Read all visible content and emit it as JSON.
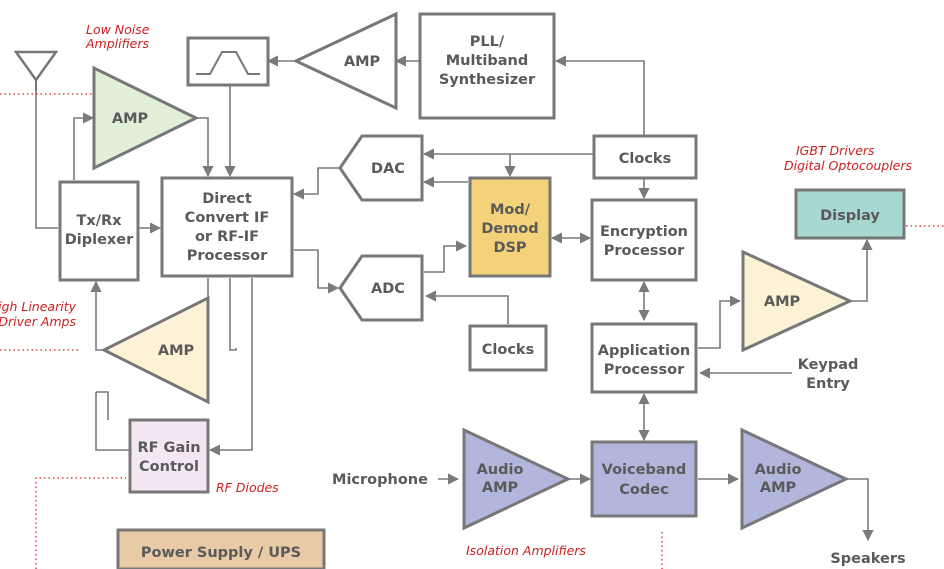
{
  "colors": {
    "box_border": "#777777",
    "box_fill": "#ffffff",
    "text": "#5a5a5a",
    "wire": "#7a7a7a",
    "annotation": "#cc1f1f",
    "lna_fill": "#e1efd7",
    "driver_fill": "#fdf2d6",
    "dsp_fill": "#f3d27a",
    "rf_gain_fill": "#f2e7f2",
    "power_fill": "#e9caa6",
    "display_fill": "#a8d8d2",
    "audio_fill": "#b2b5dc"
  },
  "icons": [
    "antenna-icon",
    "bandpass-filter-icon"
  ],
  "blocks": {
    "lna_amp": "AMP",
    "tx_amp": "AMP",
    "driver_amp": "AMP",
    "display_amp": "AMP",
    "pll": [
      "PLL/",
      "Multiband",
      "Synthesizer"
    ],
    "txrx_diplexer": [
      "Tx/Rx",
      "Diplexer"
    ],
    "direct_convert": [
      "Direct",
      "Convert IF",
      "or RF-IF",
      "Processor"
    ],
    "dac": "DAC",
    "adc": "ADC",
    "mod_demod": [
      "Mod/",
      "Demod",
      "DSP"
    ],
    "clocks_top": "Clocks",
    "clocks_bottom": "Clocks",
    "encryption": [
      "Encryption",
      "Processor"
    ],
    "application": [
      "Application",
      "Processor"
    ],
    "display": "Display",
    "rf_gain": [
      "RF Gain",
      "Control"
    ],
    "power_supply": "Power Supply / UPS",
    "audio_amp_in": [
      "Audio",
      "AMP"
    ],
    "voiceband": [
      "Voiceband",
      "Codec"
    ],
    "audio_amp_out": [
      "Audio",
      "AMP"
    ]
  },
  "labels": {
    "microphone": "Microphone",
    "keypad": [
      "Keypad",
      "Entry"
    ],
    "speakers": "Speakers"
  },
  "annotations": {
    "low_noise": [
      "Low Noise",
      "Amplifiers"
    ],
    "high_linearity": [
      "High Linearity",
      "Driver Amps"
    ],
    "igbt": [
      "IGBT Drivers",
      "Digital Optocouplers"
    ],
    "rf_diodes": "RF Diodes",
    "isolation": "Isolation Amplifiers"
  }
}
